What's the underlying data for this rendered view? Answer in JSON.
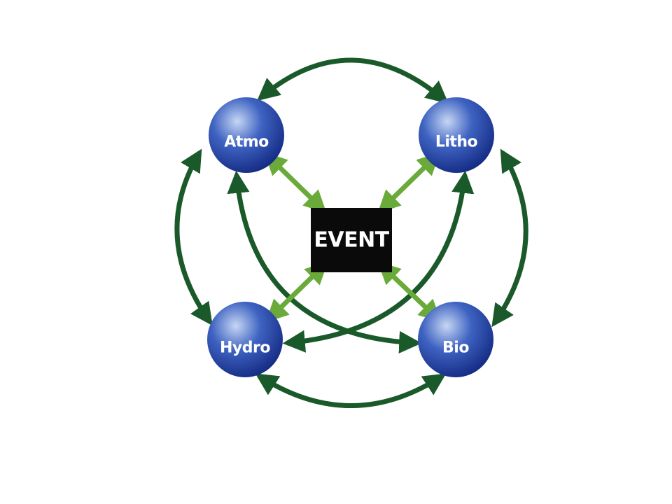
{
  "diagram": {
    "center": {
      "label": "EVENT",
      "fill": "#0a0a0a"
    },
    "spheres": [
      {
        "id": "atmo",
        "label": "Atmo"
      },
      {
        "id": "litho",
        "label": "Litho"
      },
      {
        "id": "hydro",
        "label": "Hydro"
      },
      {
        "id": "bio",
        "label": "Bio"
      }
    ],
    "colors": {
      "outer_arrow": "#1a5a2a",
      "inner_arrow": "#6aaa3a",
      "sphere_light": "#c6d7f3",
      "sphere_mid": "#3f63c2",
      "sphere_dark": "#132a82"
    }
  }
}
